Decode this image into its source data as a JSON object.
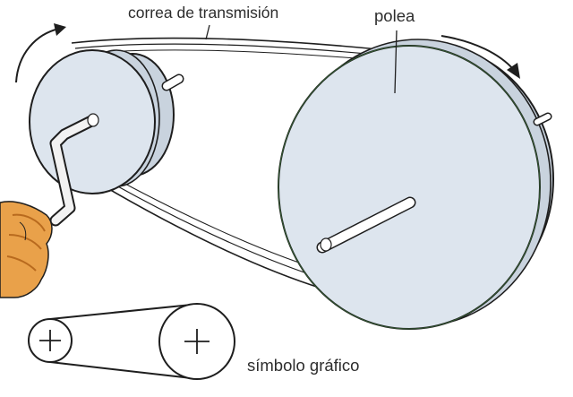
{
  "labels": {
    "belt": "correa de transmisión",
    "pulley": "polea",
    "symbol": "símbolo gráfico"
  },
  "colors": {
    "pulley_face": "#dde5ee",
    "pulley_rim": "#c9d3de",
    "outline": "#1e1e1e",
    "hand_skin": "#e9a14a",
    "hand_shadow": "#b86a1e",
    "crank": "#f2f2f2",
    "shaft": "#ffffff",
    "background": "#ffffff"
  }
}
